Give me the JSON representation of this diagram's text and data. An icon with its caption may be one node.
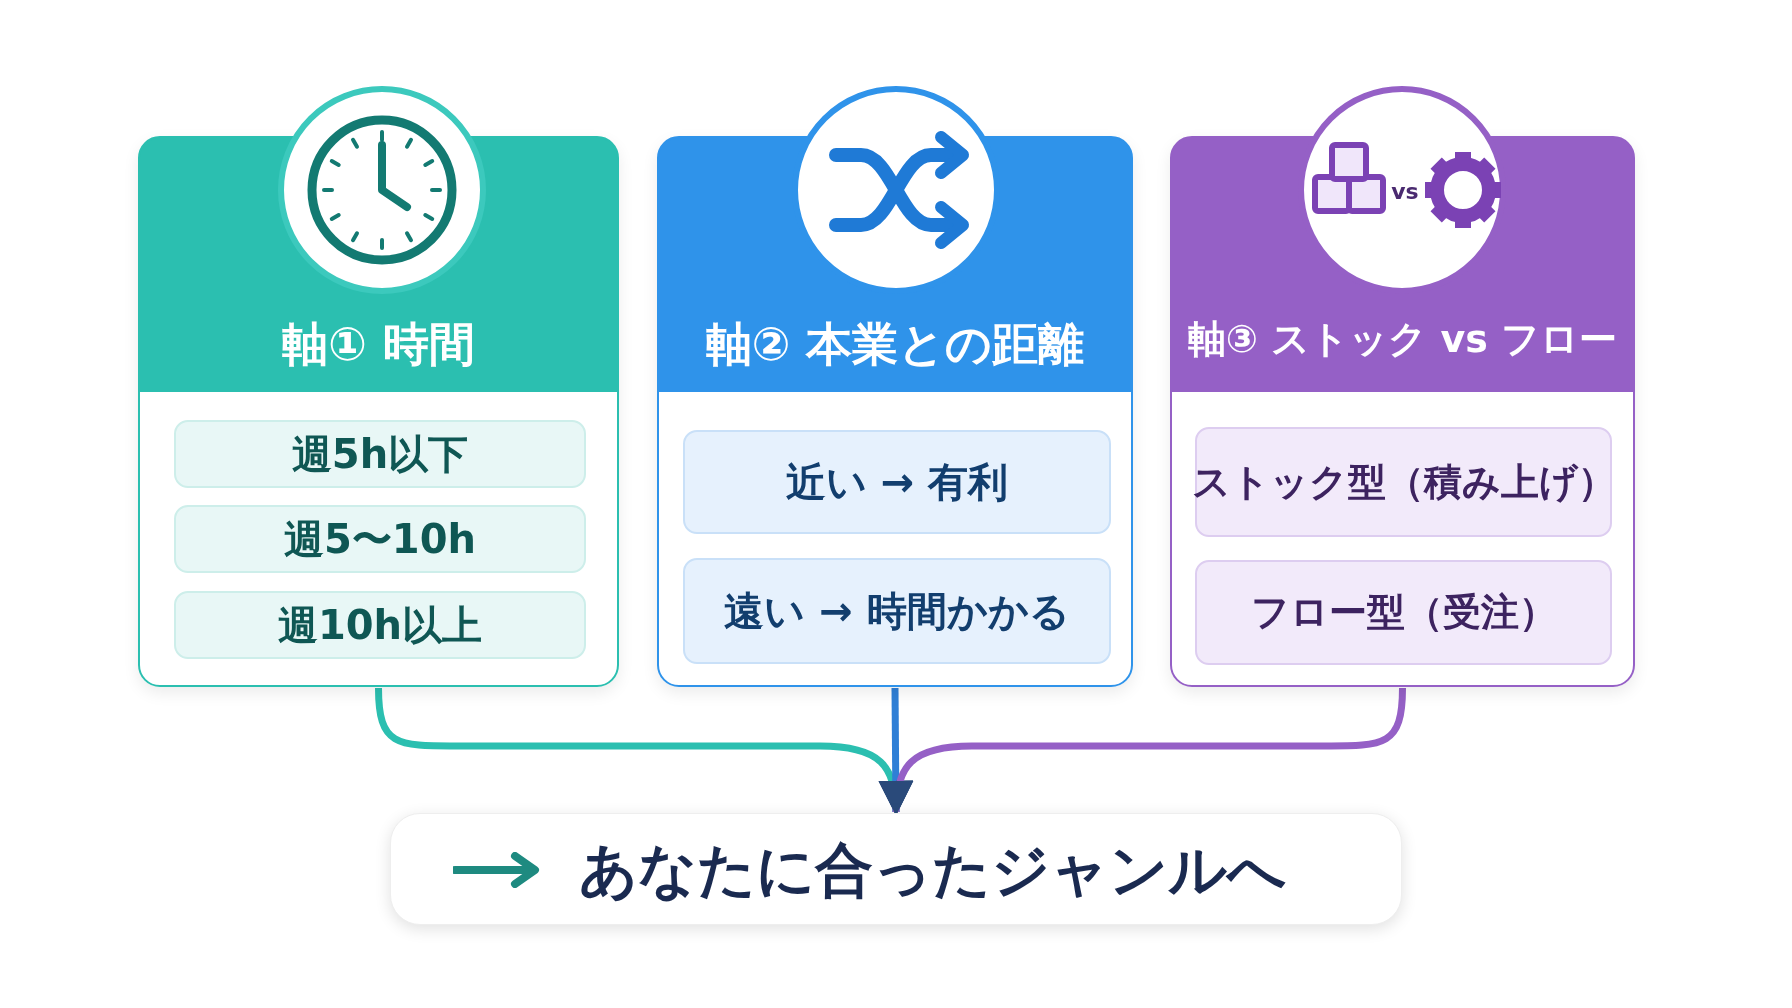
{
  "diagram": {
    "nodes": [
      {
        "text": [
          "軸① 時間"
        ]
      },
      {
        "text": [
          "週5h以下"
        ],
        "in": 0
      },
      {
        "text": [
          "週5〜10h"
        ],
        "in": 0
      },
      {
        "text": [
          "週10h以上"
        ],
        "in": 0
      },
      {
        "text": [
          "軸② 本業との距離"
        ]
      },
      {
        "text": [
          "近い → 有利"
        ],
        "in": 4
      },
      {
        "text": [
          "遠い → 時間かかる"
        ],
        "in": 4
      },
      {
        "text": [
          "軸③ ストック vs フロー"
        ]
      },
      {
        "text": [
          "ストック型（積み上げ）"
        ],
        "in": 7
      },
      {
        "text": [
          "フロー型（受注）"
        ],
        "in": 7
      },
      {
        "text": [
          "あなたに合ったジャンルへ"
        ]
      }
    ],
    "edges": [
      {
        "from": 0,
        "to": 10,
        "arrow": "to",
        "color": "#2bbfb0"
      },
      {
        "from": 4,
        "to": 10,
        "arrow": "to"
      },
      {
        "from": 7,
        "to": 10,
        "arrow": "to",
        "color": "#9560c6"
      }
    ],
    "labels": [
      "vs"
    ]
  }
}
